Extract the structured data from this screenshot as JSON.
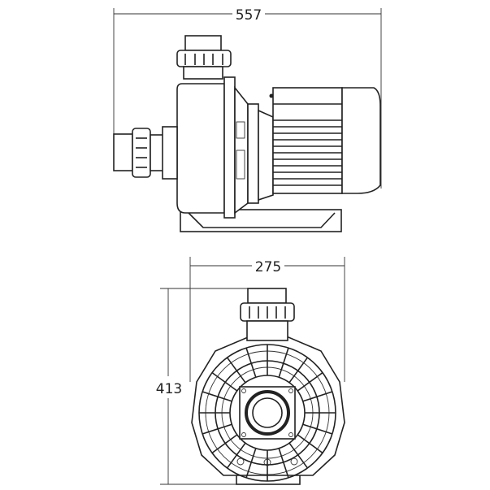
{
  "side_view": {
    "overall_length_label": "557"
  },
  "front_view": {
    "width_label": "275",
    "height_label": "413"
  }
}
